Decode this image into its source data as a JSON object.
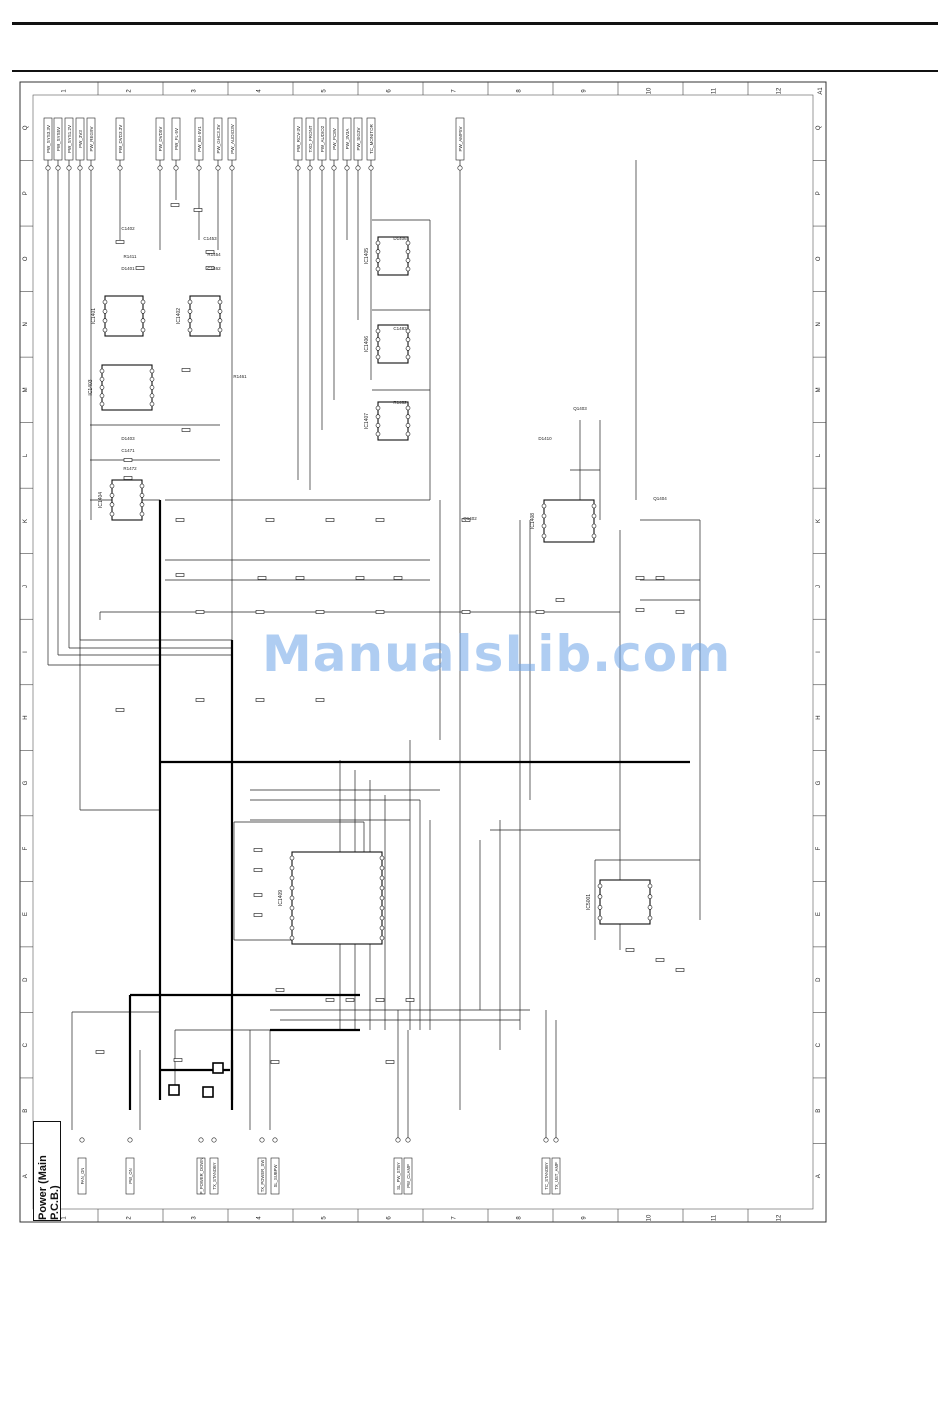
{
  "title": "Power (Main P.C.B.)",
  "watermark": "ManualsLib.com",
  "grid": {
    "columns": [
      "1",
      "2",
      "3",
      "4",
      "5",
      "6",
      "7",
      "8",
      "9",
      "10",
      "11",
      "12"
    ],
    "rows": [
      "Q",
      "P",
      "O",
      "N",
      "M",
      "L",
      "K",
      "J",
      "I",
      "H",
      "G",
      "F",
      "E",
      "D",
      "C",
      "B",
      "A"
    ],
    "corner": "A1"
  },
  "top_connectors": [
    "PW_SYS3.3V",
    "PW_SYS5V",
    "PW_SYS1.2V",
    "PW_3V3",
    "PW_REG9V",
    "PW_DVD3.3V",
    "PW_DVD5V",
    "PW_FL-5V",
    "PW_BU-5V1",
    "PW_GHC3.3V",
    "PW_AUDIO3V",
    "PW_RCV-3V",
    "TXD_FRONT",
    "PW_AUDIO2",
    "PW_PC8V",
    "PW_3V3A",
    "PW_SIG3V",
    "TC_MONITOR",
    "PW_AMP5V"
  ],
  "bottom_connectors": [
    "FAN_ON",
    "PW_ON",
    "P_POWER_DOWN",
    "TX_STANDBY",
    "TX_POWER_SW",
    "SL_SUBPW",
    "SL_PW_STBY",
    "PW_CLAMP",
    "TC_STANDBY",
    "TX_UST_AMP"
  ],
  "ic_labels": [
    "IC1401",
    "IC1402",
    "IC1403",
    "IC1404",
    "IC1405",
    "IC1406",
    "IC1407",
    "IC1408",
    "IC1409",
    "IC5001"
  ],
  "misc_labels": [
    "C1402",
    "R1411",
    "D1401",
    "C1453",
    "R1454",
    "C1462",
    "R1461",
    "D1403",
    "C1471",
    "R1472",
    "D1406",
    "C1483",
    "R1482",
    "D1410",
    "Q1402",
    "Q1403",
    "Q1404"
  ]
}
